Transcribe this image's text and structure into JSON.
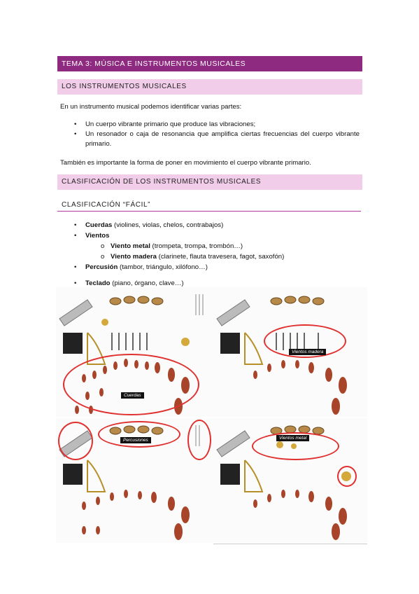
{
  "title": "TEMA 3: MÚSICA E INSTRUMENTOS MUSICALES",
  "section1": {
    "heading": "LOS INSTRUMENTOS MUSICALES",
    "intro": "En un instrumento musical podemos identificar varias partes:",
    "bullets": [
      "Un cuerpo vibrante primario que produce las vibraciones;",
      "Un resonador o caja de resonancia que amplifica ciertas frecuencias del cuerpo vibrante primario."
    ],
    "outro": "También es importante la forma de poner en movimiento el cuerpo vibrante primario."
  },
  "section2": {
    "heading": "CLASIFICACIÓN DE LOS INSTRUMENTOS MUSICALES",
    "subheading": "CLASIFICACIÓN “FÁCIL”",
    "items": [
      {
        "bold": "Cuerdas",
        "rest": " (violines, violas, chelos, contrabajos)"
      },
      {
        "bold": "Vientos",
        "rest": ""
      },
      {
        "bold": "Percusión",
        "rest": " (tambor, triángulo, xilófono…)"
      },
      {
        "bold": "Teclado",
        "rest": " (piano, órgano, clave…)"
      }
    ],
    "subitems": [
      {
        "bold": "Viento metal",
        "rest": " (trompeta, trompa, trombón…)"
      },
      {
        "bold": "Viento madera",
        "rest": " (clarinete, flauta travesera, fagot, saxofón)"
      }
    ]
  },
  "images": {
    "labels": [
      "Cuerdas",
      "Vientos madera",
      "Percusiones",
      "Vientos metal"
    ]
  },
  "colors": {
    "banner": "#8e2a7f",
    "subbanner": "#f1cde9",
    "highlight": "#e0302f",
    "violin": "#a8442a"
  }
}
